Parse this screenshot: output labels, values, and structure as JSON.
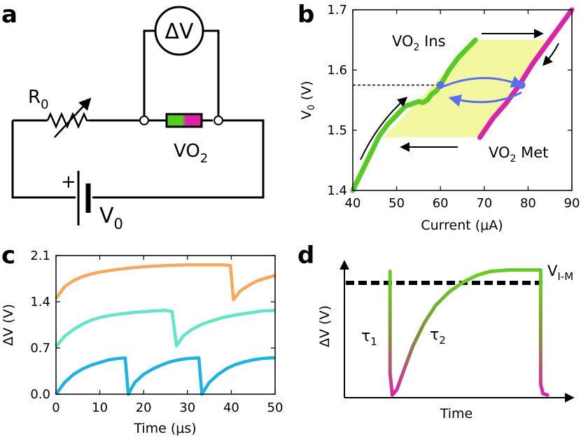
{
  "panels": {
    "a": {
      "label": "a",
      "resistor_label": "R",
      "resistor_sub": "0",
      "meter_label": "ΔV",
      "device_label": "VO",
      "device_sub": "2",
      "battery_sign": "+",
      "source_label": "V",
      "source_sub": "0"
    },
    "b": {
      "label": "b"
    },
    "c": {
      "label": "c"
    },
    "d": {
      "label": "d"
    }
  },
  "colors": {
    "insulating": "#55cc22",
    "metallic": "#dd22aa",
    "hysteresis_fill": "#f2f7a0",
    "operating_point": "#5b6ff0",
    "trace_top": "#f9a85a",
    "trace_mid": "#5ee8c8",
    "trace_bottom": "#1ab3e6"
  },
  "chart_data": [
    {
      "id": "b",
      "type": "line",
      "xlabel": "Current (μA)",
      "ylabel_main": "V",
      "ylabel_sub": "0",
      "ylabel_unit": " (V)",
      "xlim": [
        40,
        90
      ],
      "ylim": [
        1.4,
        1.7
      ],
      "xticks": [
        "40",
        "50",
        "60",
        "70",
        "80",
        "90"
      ],
      "yticks": [
        "1.4",
        "1.5",
        "1.6",
        "1.7"
      ],
      "annotations": {
        "ins_main": "VO",
        "ins_sub": "2",
        "ins_tail": " Ins",
        "met_main": "VO",
        "met_sub": "2",
        "met_tail": " Met"
      },
      "series": [
        {
          "role": "insulating",
          "x": [
            40,
            42,
            44,
            46,
            48,
            50,
            52,
            54,
            55,
            56,
            57,
            58,
            59,
            60,
            62,
            64,
            66,
            68
          ],
          "y": [
            1.4,
            1.43,
            1.46,
            1.49,
            1.51,
            1.525,
            1.54,
            1.545,
            1.548,
            1.546,
            1.55,
            1.56,
            1.565,
            1.575,
            1.6,
            1.62,
            1.635,
            1.65
          ]
        },
        {
          "role": "metallic",
          "x": [
            69,
            72,
            75,
            78,
            81,
            84,
            87,
            90
          ],
          "y": [
            1.488,
            1.52,
            1.545,
            1.575,
            1.61,
            1.64,
            1.67,
            1.7
          ]
        }
      ],
      "hysteresis_region": {
        "x": [
          47,
          68,
          85,
          69
        ],
        "y": [
          1.488,
          1.65,
          1.65,
          1.488
        ]
      },
      "reference_line_y": 1.575,
      "operating_points": {
        "x": [
          60,
          78.5
        ],
        "y": [
          1.575,
          1.575
        ]
      }
    },
    {
      "id": "c",
      "type": "line",
      "xlabel": "Time (μs)",
      "ylabel": "ΔV (V)",
      "xlim": [
        0,
        50
      ],
      "ylim": [
        0,
        2.1
      ],
      "xticks": [
        "0",
        "10",
        "20",
        "30",
        "40",
        "50"
      ],
      "yticks": [
        "0.0",
        "0.7",
        "1.4",
        "2.1"
      ],
      "series": [
        {
          "role": "trace_top",
          "x": [
            0,
            2,
            4,
            6,
            8,
            10,
            14,
            18,
            22,
            26,
            30,
            34,
            38,
            39.8,
            40.5,
            42,
            44,
            46,
            48,
            50
          ],
          "y": [
            1.45,
            1.63,
            1.72,
            1.78,
            1.82,
            1.85,
            1.89,
            1.92,
            1.94,
            1.95,
            1.96,
            1.96,
            1.96,
            1.95,
            1.43,
            1.56,
            1.65,
            1.72,
            1.76,
            1.8
          ]
        },
        {
          "role": "trace_mid",
          "x": [
            0,
            2,
            4,
            6,
            8,
            10,
            12,
            14,
            18,
            22,
            25,
            26.5,
            27.5,
            29,
            31,
            33,
            35,
            38,
            41,
            44,
            47,
            50
          ],
          "y": [
            0.72,
            0.88,
            0.98,
            1.06,
            1.12,
            1.16,
            1.19,
            1.21,
            1.24,
            1.26,
            1.27,
            1.25,
            0.73,
            0.88,
            0.98,
            1.05,
            1.1,
            1.16,
            1.2,
            1.23,
            1.26,
            1.27
          ]
        },
        {
          "role": "trace_bottom",
          "x": [
            0,
            2,
            4,
            6,
            8,
            10,
            12,
            14,
            15.8,
            16.5,
            18,
            20,
            22,
            24,
            26,
            28,
            30,
            32.6,
            33.3,
            35,
            37,
            39,
            41,
            43,
            45,
            47,
            49,
            50
          ],
          "y": [
            0.0,
            0.18,
            0.3,
            0.38,
            0.44,
            0.48,
            0.52,
            0.54,
            0.55,
            0.0,
            0.18,
            0.3,
            0.38,
            0.44,
            0.49,
            0.52,
            0.54,
            0.55,
            0.0,
            0.18,
            0.3,
            0.39,
            0.45,
            0.49,
            0.52,
            0.54,
            0.55,
            0.55
          ]
        }
      ]
    },
    {
      "id": "d",
      "type": "line",
      "xlabel": "Time",
      "ylabel": "ΔV (V)",
      "threshold_main": "V",
      "threshold_sub": "I-M",
      "tau1_main": "τ",
      "tau1_sub": "1",
      "tau2_main": "τ",
      "tau2_sub": "2",
      "series": [
        {
          "role": "pulse",
          "x": [
            0.2,
            0.2,
            0.21,
            0.23,
            0.26,
            0.3,
            0.35,
            0.4,
            0.46,
            0.52,
            0.58,
            0.64,
            0.72,
            0.8,
            0.86,
            0.86,
            0.87,
            0.89
          ],
          "y": [
            0.93,
            0.18,
            0.02,
            0.06,
            0.2,
            0.38,
            0.55,
            0.68,
            0.78,
            0.85,
            0.9,
            0.93,
            0.94,
            0.94,
            0.94,
            0.1,
            0.03,
            0.02
          ]
        }
      ]
    }
  ]
}
